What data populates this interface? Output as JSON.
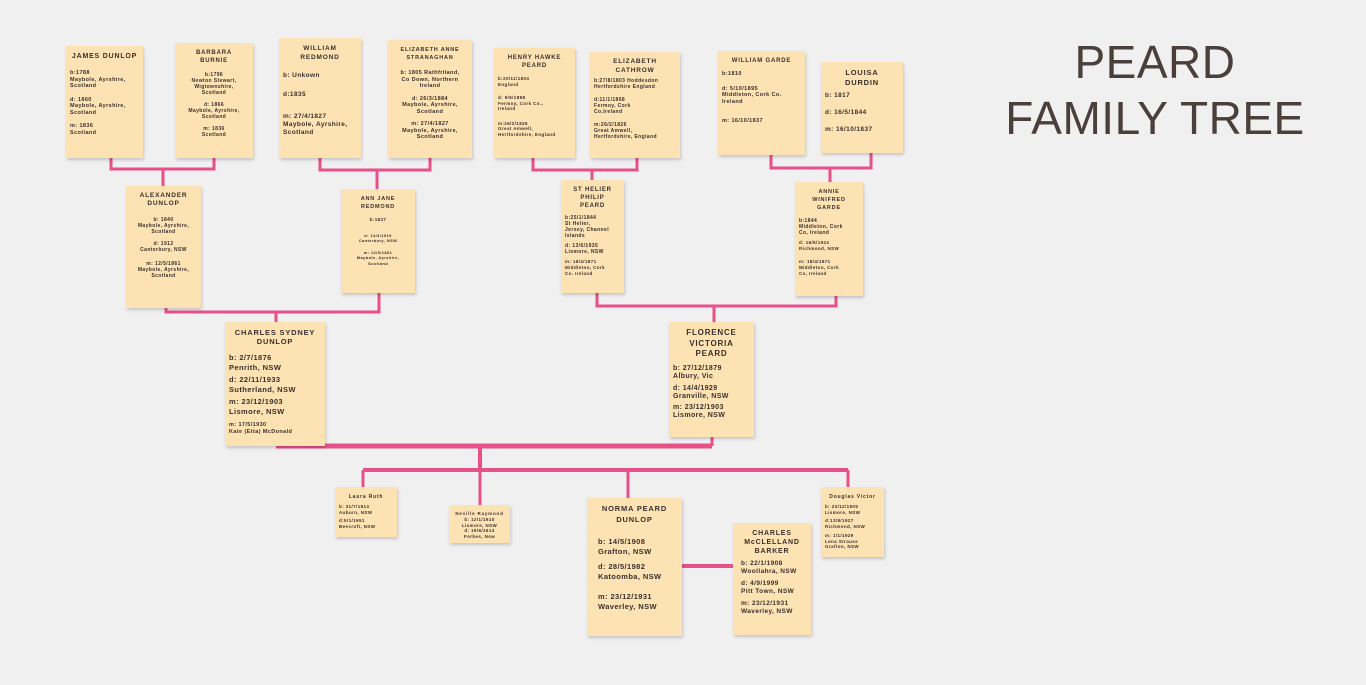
{
  "title": {
    "line1": "PEARD",
    "line2": "FAMILY TREE"
  },
  "colors": {
    "connector": "#e8508a",
    "card": "#fde3b4",
    "background": "#f0f0f0"
  },
  "people": {
    "james_dunlop": {
      "name": "JAMES DUNLOP",
      "born": "b:1788\nMaybole, Ayrshire,\nScotland",
      "died": "d: 1860\nMaybole, Ayrshire,\nScotland",
      "married": "m: 1836\nScotland"
    },
    "barbara_burnie": {
      "name": "BARBARA\nBURNIE",
      "born": "b:1796\nNewton Stewart,\nWigtownshire,\nScotland",
      "died": "d: 1866\nMaybole, Ayrshire,\nScotland",
      "married": "m: 1836\nScotland"
    },
    "william_redmond": {
      "name": "WILLIAM\nREDMOND",
      "born": "b: Unkown",
      "died": "d:1835",
      "married": "m: 27/4/1827\nMaybole, Ayrshire,\nScotland"
    },
    "elizabeth_stranaghan": {
      "name": "ELIZABETH ANNE\nSTRANAGHAN",
      "born": "b: 1805 Rathfriland,\nCo Down, Northern\nIreland",
      "died": "d: 26/3/1884\nMaybole, Ayrshire,\nScotland",
      "married": "m: 27/4/1827\nMaybole, Ayrshire,\nScotland"
    },
    "henry_peard": {
      "name": "HENRY HAWKE\nPEARD",
      "born": "b:20/11/1804\nEngland",
      "died": "d: 9/5/1898\nFermoy, Cork Co.,\nIreland",
      "married": "m:26/2/1826\nGreat Amwell,\nHertfordshire, England"
    },
    "elizabeth_cathrow": {
      "name": "ELIZABETH\nCATHROW",
      "born": "b:27/8/1803 Hoddesdon\nHertfordshire England",
      "died": "d:11/1/1868\nFermoy, Cork\nCo.Ireland",
      "married": "m:26/2/1826\nGreat Amwell,\nHertfordshire, England"
    },
    "william_garde": {
      "name": "WILLIAM GARDE",
      "born": "b:1810",
      "died": "d: 5/10/1895\nMiddleton, Cork Co.\nIreland",
      "married": "m: 16/10/1837"
    },
    "louisa_durdin": {
      "name": "LOUISA\nDURDIN",
      "born": "b: 1817",
      "died": "d: 16/5/1844",
      "married": "m: 16/10/1837"
    },
    "alexander_dunlop": {
      "name": "ALEXANDER\nDUNLOP",
      "born": "b: 1840\nMaybole, Ayrshire,\nScotland",
      "died": "d: 1912\nCanterbury, NSW",
      "married": "m: 12/5/1861\nMaybole, Ayrshire,\nScotland"
    },
    "ann_jane_redmond": {
      "name": "ANN JANE\nREDMOND",
      "born": "b:1837",
      "died": "d: 14/4/1919\nCanterbury, NSW",
      "married": "m: 12/5/1861\nMaybole, Ayrshire,\nScotland"
    },
    "st_helier_peard": {
      "name": "ST HELIER\nPHILIP\nPEARD",
      "born": "b:25/1/1844\nSt Helier,\nJersey, Channel\nIslands",
      "died": "d: 13/6/1935\nLismore, NSW",
      "married": "m: 18/4/1871\nMiddleton, Cork\nCo. Ireland"
    },
    "annie_garde": {
      "name": "ANNIE\nWINIFRED\nGARDE",
      "born": "b:1844\nMiddleton, Cork\nCo, Ireland",
      "died": "d: 16/5/1924\nRichmond, NSW",
      "married": "m: 18/4/1871\nMiddleton, Cork\nCo, Ireland"
    },
    "charles_dunlop": {
      "name": "CHARLES SYDNEY\nDUNLOP",
      "born": "b: 2/7/1876\nPenrith, NSW",
      "died": "d: 22/11/1933\nSutherland, NSW",
      "married": "m: 23/12/1903\nLismore, NSW",
      "married2": "m: 17/5/1930\nKate (Etta) McDonald"
    },
    "florence_peard": {
      "name": "FLORENCE\nVICTORIA\nPEARD",
      "born": "b: 27/12/1879\nAlbury, Vic",
      "died": "d: 14/4/1929\nGranville, NSW",
      "married": "m: 23/12/1903\nLismore, NSW"
    },
    "laura_ruth": {
      "name": "Laura Ruth",
      "born": "b: 31/7/1914\nAuburn, NSW",
      "died": "d:5/1/1951\nBeecroft, NSW"
    },
    "neville_raymond": {
      "name": "Neville Raymond",
      "born": "b: 12/1/1910\nLismore, NSW",
      "died": "d: 19/6/1913\nForbes, Nsw"
    },
    "norma_dunlop": {
      "name": "NORMA PEARD\nDUNLOP",
      "born": "b: 14/5/1908\nGrafton, NSW",
      "died": "d: 28/5/1982\nKatoomba, NSW",
      "married": "m: 23/12/1931\nWaverley, NSW"
    },
    "charles_barker": {
      "name": "CHARLES\nMcCLELLAND\nBARKER",
      "born": "b:  22/1/1908\nWoollahra, NSW",
      "died": "d: 4/9/1999\n Pitt Town, NSW",
      "married": "m: 23/12/1931\nWaverley, NSW"
    },
    "douglas_victor": {
      "name": "Douglas Victor",
      "born": "b: 23/12/1905\nLismore, NSW",
      "died": "d:13/8/1927\nRichmond, NSW",
      "married": "m: 1/1/1929\nLena Strauss\nGrafton, NSW"
    }
  }
}
